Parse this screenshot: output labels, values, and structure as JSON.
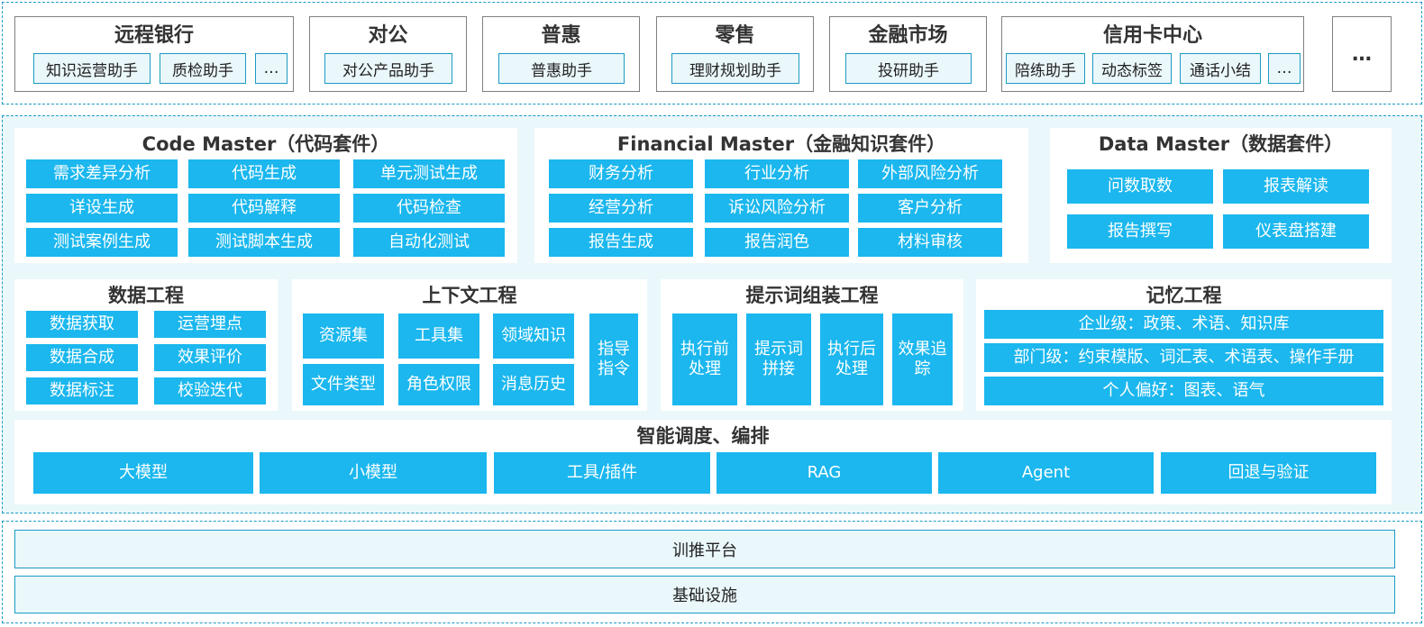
{
  "apps": {
    "groups": [
      {
        "title": "远程银行",
        "items": [
          "知识运营助手",
          "质检助手",
          "…"
        ]
      },
      {
        "title": "对公",
        "items": [
          "对公产品助手"
        ]
      },
      {
        "title": "普惠",
        "items": [
          "普惠助手"
        ]
      },
      {
        "title": "零售",
        "items": [
          "理财规划助手"
        ]
      },
      {
        "title": "金融市场",
        "items": [
          "投研助手"
        ]
      },
      {
        "title": "信用卡中心",
        "items": [
          "陪练助手",
          "动态标签",
          "通话小结",
          "…"
        ]
      }
    ],
    "more": "…"
  },
  "suites": {
    "code": {
      "title": "Code Master（代码套件）",
      "items": [
        "需求差异分析",
        "代码生成",
        "单元测试生成",
        "详设生成",
        "代码解释",
        "代码检查",
        "测试案例生成",
        "测试脚本生成",
        "自动化测试"
      ]
    },
    "financial": {
      "title": "Financial Master（金融知识套件）",
      "items": [
        "财务分析",
        "行业分析",
        "外部风险分析",
        "经营分析",
        "诉讼风险分析",
        "客户分析",
        "报告生成",
        "报告润色",
        "材料审核"
      ]
    },
    "data": {
      "title": "Data Master（数据套件）",
      "items": [
        "问数取数",
        "报表解读",
        "报告撰写",
        "仪表盘搭建"
      ]
    }
  },
  "engineering": {
    "data_eng": {
      "title": "数据工程",
      "items": [
        "数据获取",
        "运营埋点",
        "数据合成",
        "效果评价",
        "数据标注",
        "校验迭代"
      ]
    },
    "context_eng": {
      "title": "上下文工程",
      "items": [
        "资源集",
        "工具集",
        "领域知识",
        "文件类型",
        "角色权限",
        "消息历史",
        "指导指令"
      ]
    },
    "prompt_eng": {
      "title": "提示词组装工程",
      "items": [
        "执行前处理",
        "提示词拼接",
        "执行后处理",
        "效果追踪"
      ]
    },
    "memory_eng": {
      "title": "记忆工程",
      "items": [
        "企业级：政策、术语、知识库",
        "部门级：约束模版、词汇表、术语表、操作手册",
        "个人偏好：图表、语气"
      ]
    }
  },
  "orchestration": {
    "title": "智能调度、编排",
    "items": [
      "大模型",
      "小模型",
      "工具/插件",
      "RAG",
      "Agent",
      "回退与验证"
    ]
  },
  "platforms": {
    "training": "训推平台",
    "infra": "基础设施"
  },
  "colors": {
    "chip_blue": "#1bb7ee",
    "border_blue": "#1b9bc4",
    "band_bg": "#eaf7fb"
  }
}
